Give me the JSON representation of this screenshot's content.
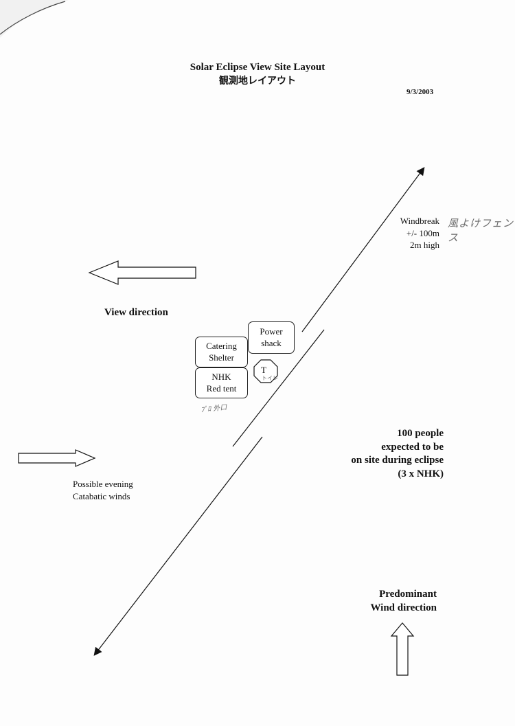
{
  "title": "Solar Eclipse View Site Layout",
  "title_jp": "観測地レイアウト",
  "date": "9/3/2003",
  "windbreak": {
    "label_lines": [
      "Windbreak",
      "+/- 100m",
      "2m high"
    ],
    "jp_note": "風よけフェンス"
  },
  "view_direction": "View direction",
  "structures": {
    "power_shack": [
      "Power",
      "shack"
    ],
    "catering_shelter": [
      "Catering",
      "Shelter"
    ],
    "nhk_tent": [
      "NHK",
      "Red tent"
    ],
    "toilet": "T",
    "toilet_note": "トイレ",
    "tent_note": "ﾌﾟﾛ 外口"
  },
  "people_note": [
    "100 people",
    "expected to be",
    "on site during eclipse",
    "(3 x NHK)"
  ],
  "evening_winds": [
    "Possible evening",
    "Catabatic winds"
  ],
  "wind_direction": [
    "Predominant",
    "Wind direction"
  ],
  "colors": {
    "ink": "#111111",
    "pencil": "#6b6b6b",
    "paper": "#fdfdfd"
  }
}
